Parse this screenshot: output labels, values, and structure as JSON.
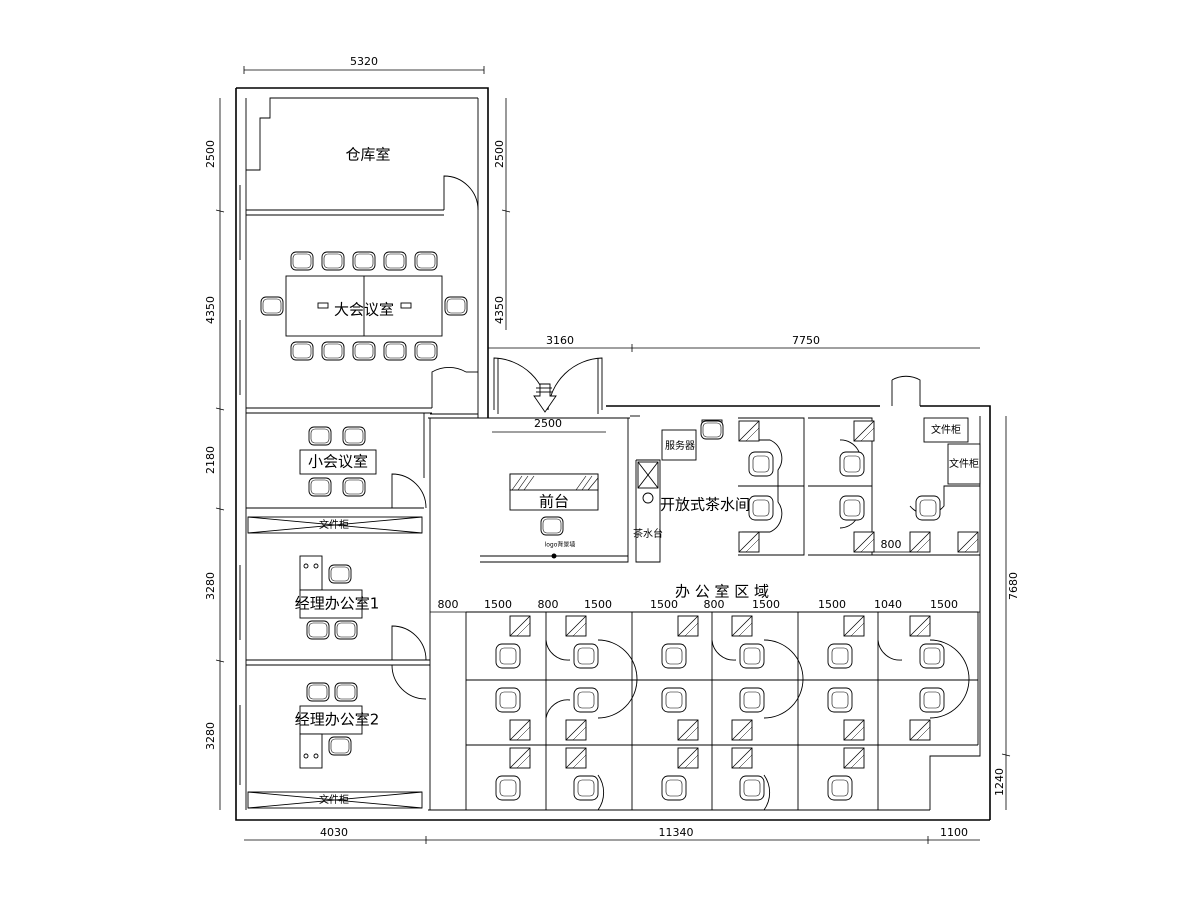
{
  "rooms": {
    "warehouse": "仓库室",
    "large_meeting": "大会议室",
    "small_meeting": "小会议室",
    "reception": "前台",
    "pantry": "开放式茶水间",
    "office_area": "办 公 室 区 域",
    "manager1": "经理办公室1",
    "manager2": "经理办公室2"
  },
  "labels": {
    "server": "服务器",
    "tea_counter": "茶水台",
    "file_cabinet": "文件柜",
    "logo_wall": "logo背景墙"
  },
  "dimensions": {
    "top": "5320",
    "left_1": "2500",
    "left_2": "4350",
    "left_3": "2180",
    "left_4": "3280",
    "left_5": "3280",
    "inner_1": "2500",
    "inner_2": "4350",
    "mid_1": "3160",
    "mid_2": "7750",
    "entry_width": "2500",
    "right_1": "7680",
    "right_2": "1240",
    "bottom_1": "4030",
    "bottom_2": "11340",
    "bottom_3": "1100",
    "pantry_gap": "800",
    "row": [
      "800",
      "1500",
      "800",
      "1500",
      "1500",
      "800",
      "1500",
      "1500",
      "1040",
      "1500"
    ]
  }
}
